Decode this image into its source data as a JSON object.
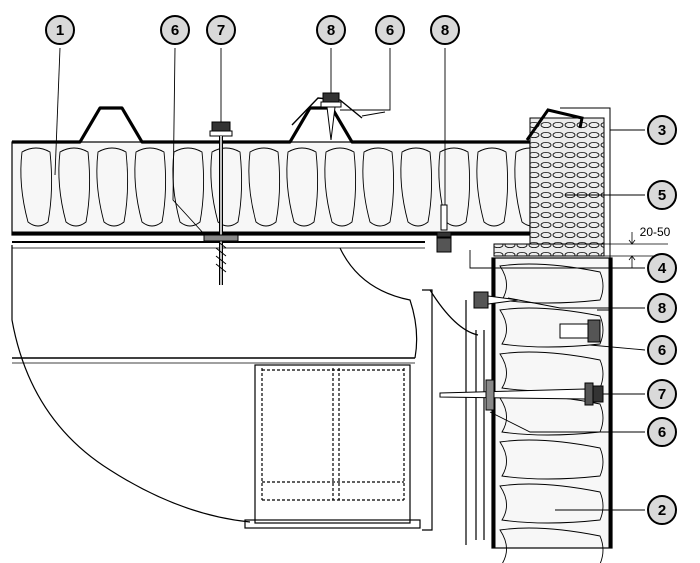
{
  "callouts": {
    "c1": "1",
    "c6a": "6",
    "c7a": "7",
    "c8a": "8",
    "c6b": "6",
    "c8b": "8",
    "c3": "3",
    "c5": "5",
    "c4": "4",
    "c8c": "8",
    "c6c": "6",
    "c7b": "7",
    "c6d": "6",
    "c2": "2"
  },
  "dimension": "20-50",
  "colors": {
    "line": "#000000",
    "callout_fill": "#d9d9d9",
    "insulation_fill": "#f2f2f2",
    "mesh_fill": "#dcdcdc"
  }
}
